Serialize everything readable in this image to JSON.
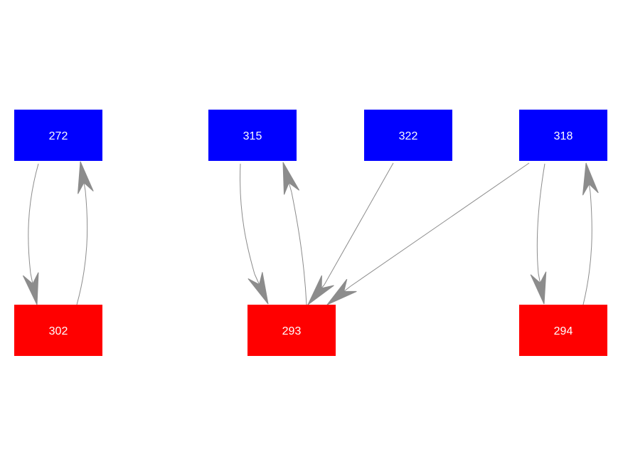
{
  "colors": {
    "top_node": "#0000ff",
    "bottom_node": "#ff0000",
    "edge": "#8c8c8c",
    "label": "#ffffff"
  },
  "nodes": [
    {
      "id": "272",
      "label": "272",
      "group": "top"
    },
    {
      "id": "315",
      "label": "315",
      "group": "top"
    },
    {
      "id": "322",
      "label": "322",
      "group": "top"
    },
    {
      "id": "318",
      "label": "318",
      "group": "top"
    },
    {
      "id": "302",
      "label": "302",
      "group": "bottom"
    },
    {
      "id": "293",
      "label": "293",
      "group": "bottom"
    },
    {
      "id": "294",
      "label": "294",
      "group": "bottom"
    }
  ],
  "edges": [
    {
      "from": "272",
      "to": "302"
    },
    {
      "from": "302",
      "to": "272"
    },
    {
      "from": "315",
      "to": "293"
    },
    {
      "from": "293",
      "to": "315"
    },
    {
      "from": "322",
      "to": "293"
    },
    {
      "from": "318",
      "to": "293"
    },
    {
      "from": "318",
      "to": "294"
    },
    {
      "from": "294",
      "to": "318"
    }
  ]
}
